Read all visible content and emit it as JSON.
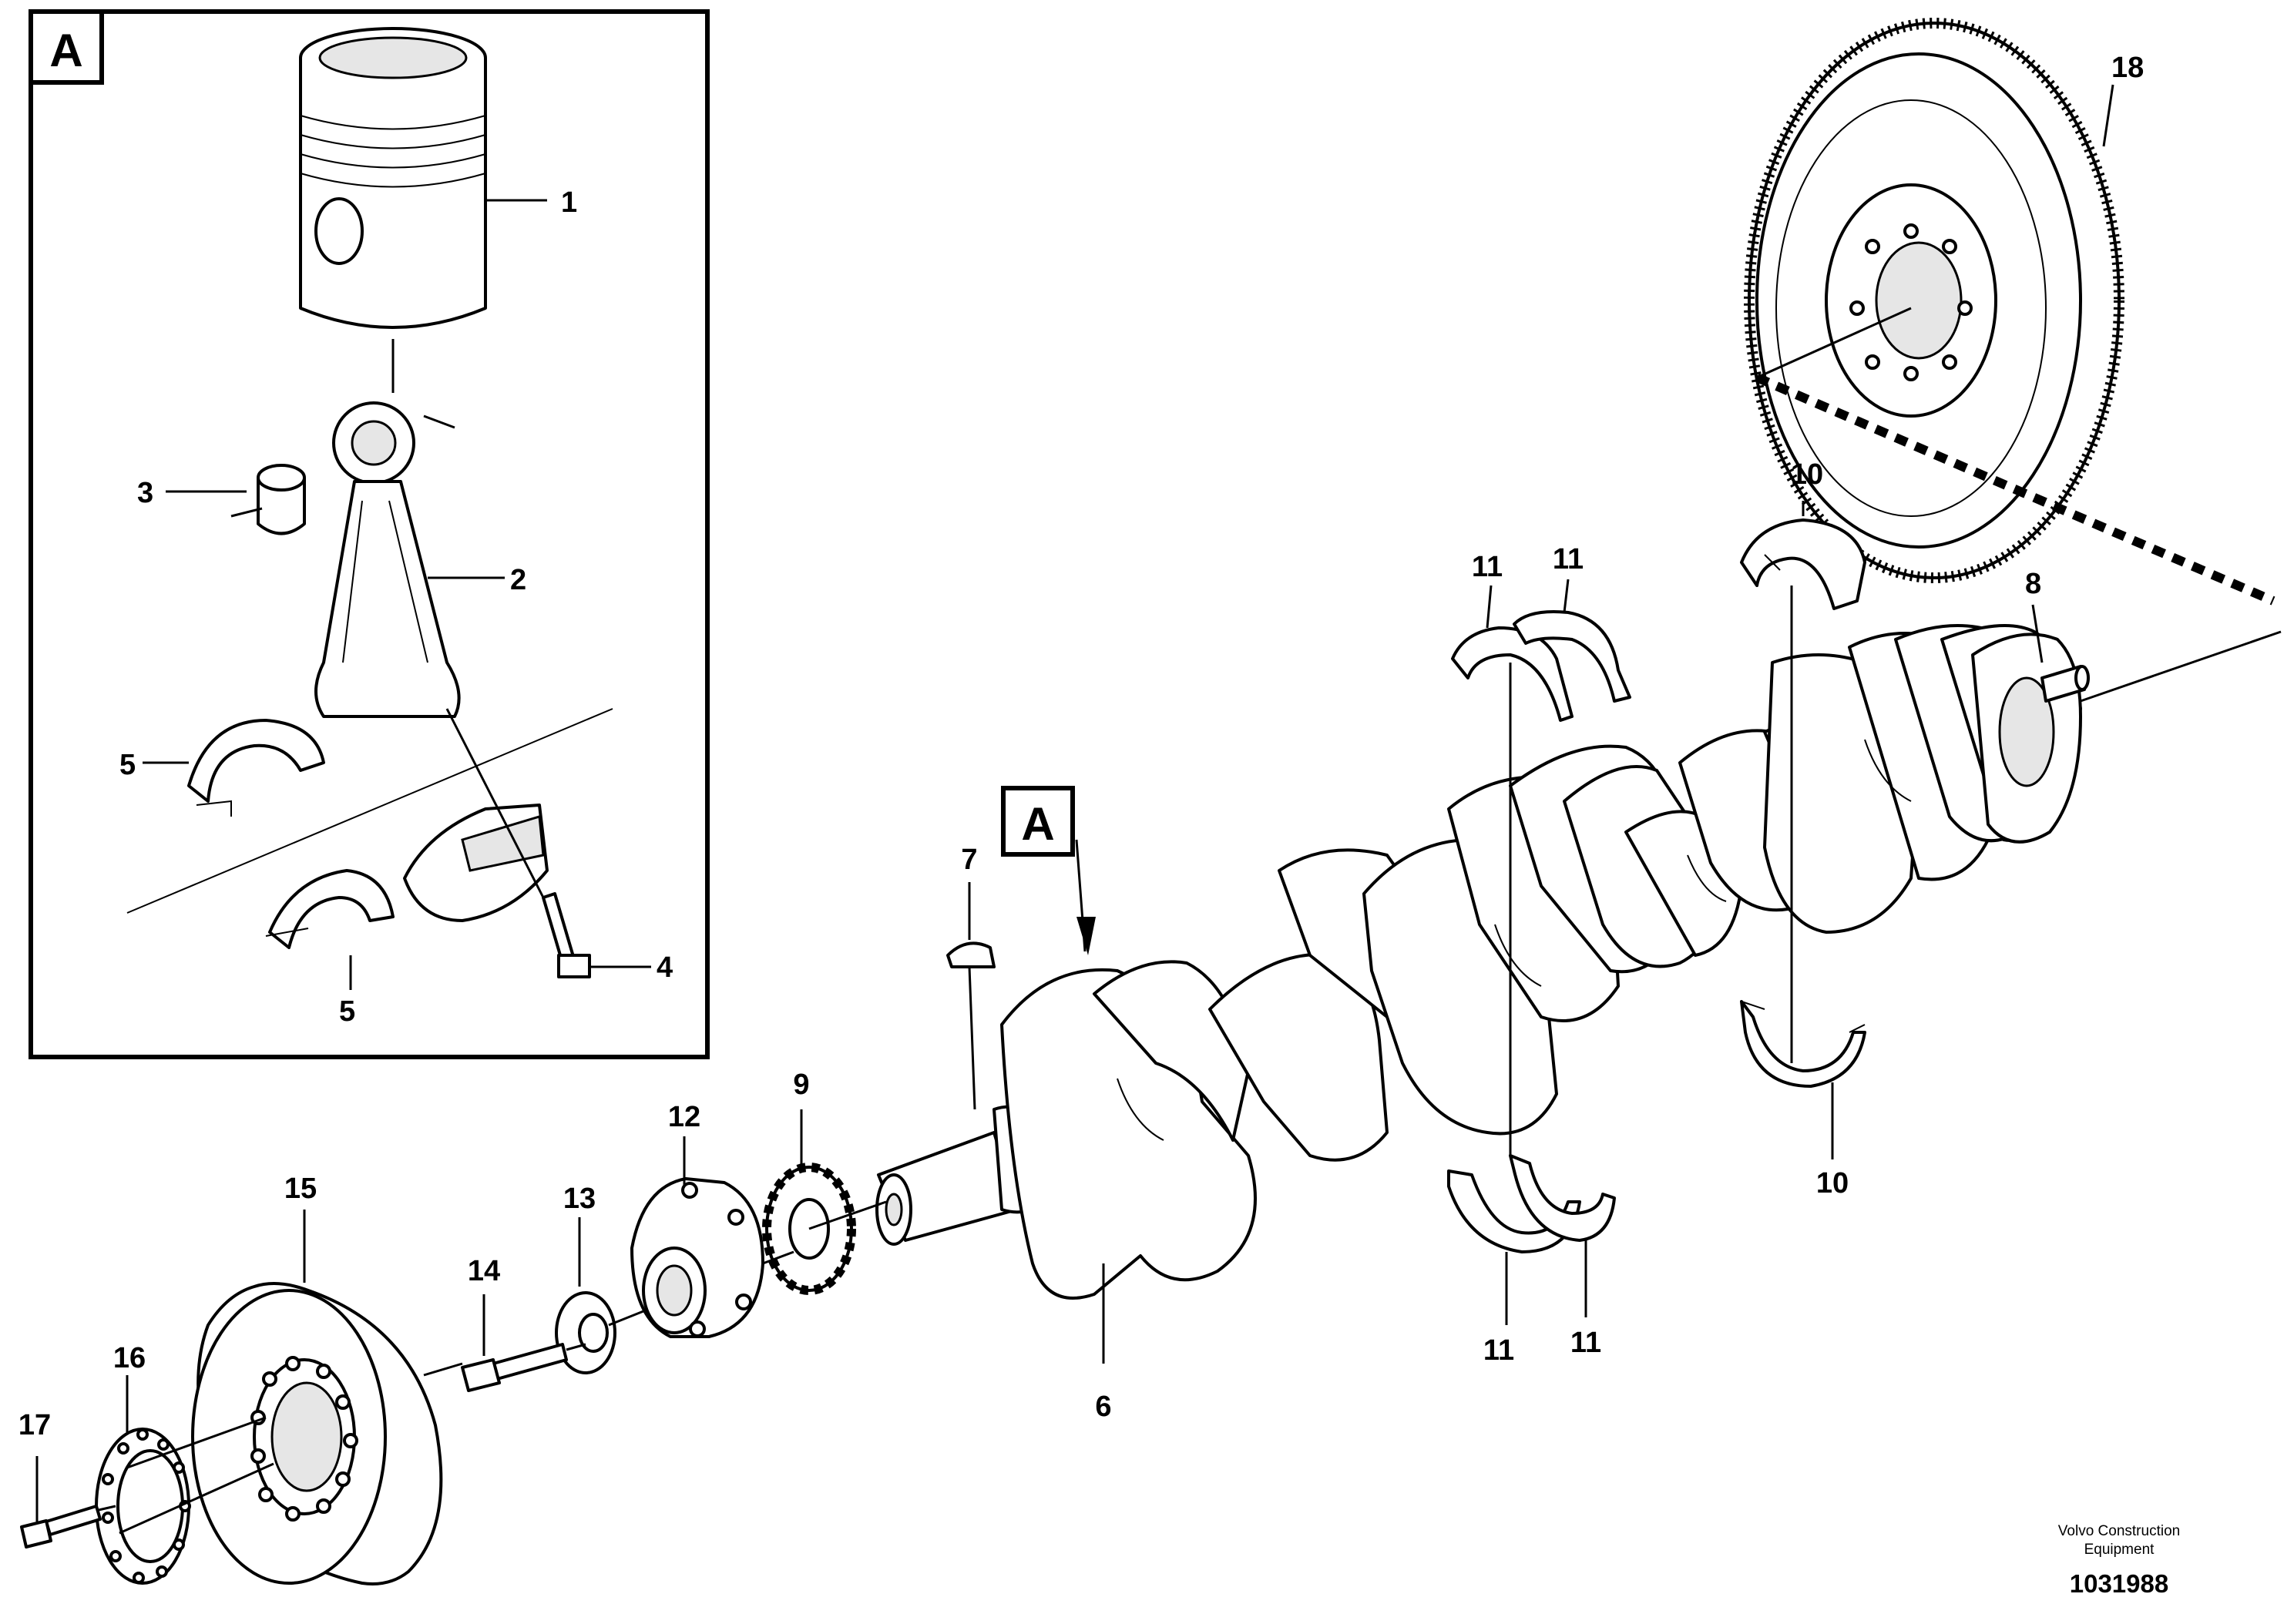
{
  "inset": {
    "tag": "A"
  },
  "main_tag": "A",
  "callouts": {
    "p1": "1",
    "p2": "2",
    "p3": "3",
    "p4": "4",
    "p5a": "5",
    "p5b": "5",
    "p6": "6",
    "p7": "7",
    "p8": "8",
    "p9": "9",
    "p10a": "10",
    "p10b": "10",
    "p11a": "11",
    "p11b": "11",
    "p11c": "11",
    "p11d": "11",
    "p12": "12",
    "p13": "13",
    "p14": "14",
    "p15": "15",
    "p16": "16",
    "p17": "17",
    "p18": "18"
  },
  "footer": {
    "credit_line1": "Volvo Construction",
    "credit_line2": "Equipment",
    "doc_number": "1031988"
  },
  "colors": {
    "ink": "#000000",
    "paper": "#ffffff",
    "shade": "#e6e6e6"
  }
}
